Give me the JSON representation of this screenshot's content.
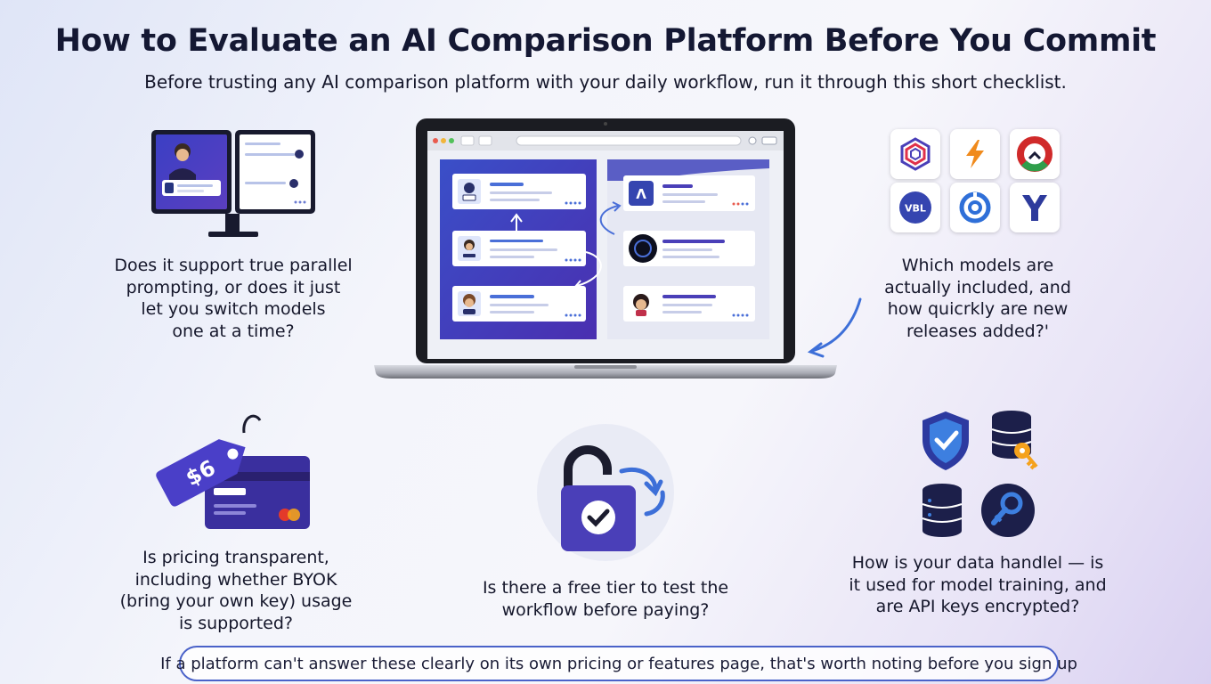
{
  "header": {
    "title": "How to Evaluate an AI Comparison Platform Before You Commit",
    "subtitle": "Before trusting any AI comparison platform with your daily workflow, run it through this short checklist."
  },
  "questions": {
    "parallel": [
      "Does it support true parallel",
      "prompting, or does it just",
      "let you switch models",
      "one at a time?"
    ],
    "models": [
      "Which models are",
      "actually included, and",
      "how quicrkly are new",
      "releases added?'"
    ],
    "pricing": [
      "Is pricing transparent,",
      "including whether BYOK",
      "(bring your own key) usage",
      "is supported?"
    ],
    "free_tier": [
      "Is there a free tier to test the",
      "workflow before paying?"
    ],
    "data": [
      "How is your data handlel — is",
      "it used for model training, and",
      "are API keys encrypted?"
    ]
  },
  "icons": {
    "model_logos": [
      "hexagon-logo-icon",
      "bolt-logo-icon",
      "ring-logo-icon",
      "vbl-logo-icon",
      "circle-logo-icon",
      "y-logo-icon"
    ],
    "vbl_text": "VBL",
    "price_tag_text": "$6"
  },
  "footer": {
    "note": "If a platform can't answer these clearly on its own pricing or features page, that's worth noting before you sign up"
  },
  "colors": {
    "primary": "#4a3fb8",
    "accent_blue": "#3d6fd8",
    "dark": "#141833",
    "orange": "#f08a1c"
  }
}
